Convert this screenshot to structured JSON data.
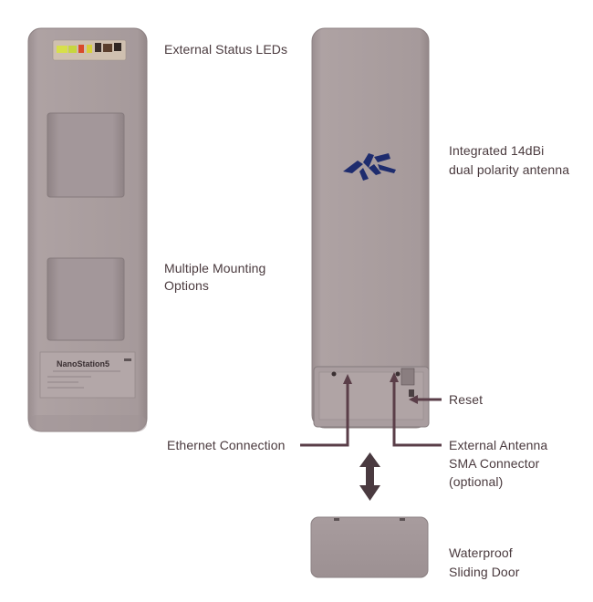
{
  "labels": {
    "status_leds": "External Status LEDs",
    "antenna_line1": "Integrated 14dBi",
    "antenna_line2": "dual polarity antenna",
    "mounting_line1": "Multiple Mounting",
    "mounting_line2": "Options",
    "reset": "Reset",
    "ethernet": "Ethernet Connection",
    "sma_line1": "External Antenna",
    "sma_line2": "SMA Connector",
    "sma_line3": "(optional)",
    "door_line1": "Waterproof",
    "door_line2": "Sliding Door"
  },
  "device": {
    "model_name": "NanoStation5",
    "brand_logo": "ubiquiti-logo"
  },
  "colors": {
    "device_body": "#a89c9d",
    "label_text": "#4a3a3e",
    "leader_line": "#5a3e48"
  }
}
